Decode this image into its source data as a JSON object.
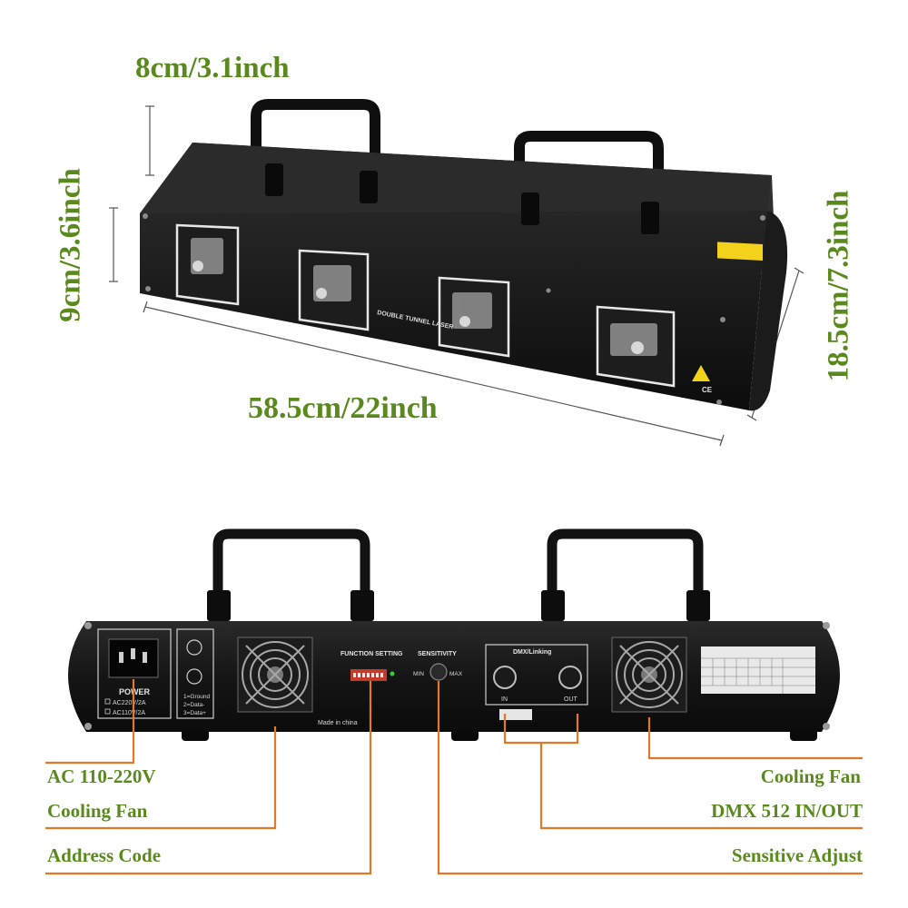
{
  "dimensions": {
    "depth": "8cm/3.1inch",
    "height": "9cm/3.6inch",
    "width": "58.5cm/22inch",
    "side_height": "18.5cm/7.3inch"
  },
  "front_panel": {
    "model": "DOUBLE TUNNEL LASER",
    "ce_mark": "CE"
  },
  "rear_panel": {
    "power_title": "POWER",
    "power_options": [
      "AC220V/2A",
      "AC110V/2A"
    ],
    "pin_legend": [
      "1=Ground",
      "2=Data-",
      "3=Data+"
    ],
    "function_setting": "FUNCTION SETTING",
    "sensitivity": "SENSITIVITY",
    "sens_min": "MIN",
    "sens_max": "MAX",
    "dmx_title": "DMX/Linking",
    "dmx_in": "IN",
    "dmx_out": "OUT",
    "made_in": "Made in china"
  },
  "callouts": {
    "ac": "AC 110-220V",
    "fan_left": "Cooling Fan",
    "address": "Address Code",
    "fan_right": "Cooling Fan",
    "dmx": "DMX 512 IN/OUT",
    "sensitive": "Sensitive Adjust"
  },
  "colors": {
    "label_green": "#5a8a1e",
    "callout_orange": "#e07a2a",
    "chassis": "#141414",
    "warning_yellow": "#f2d21b"
  }
}
